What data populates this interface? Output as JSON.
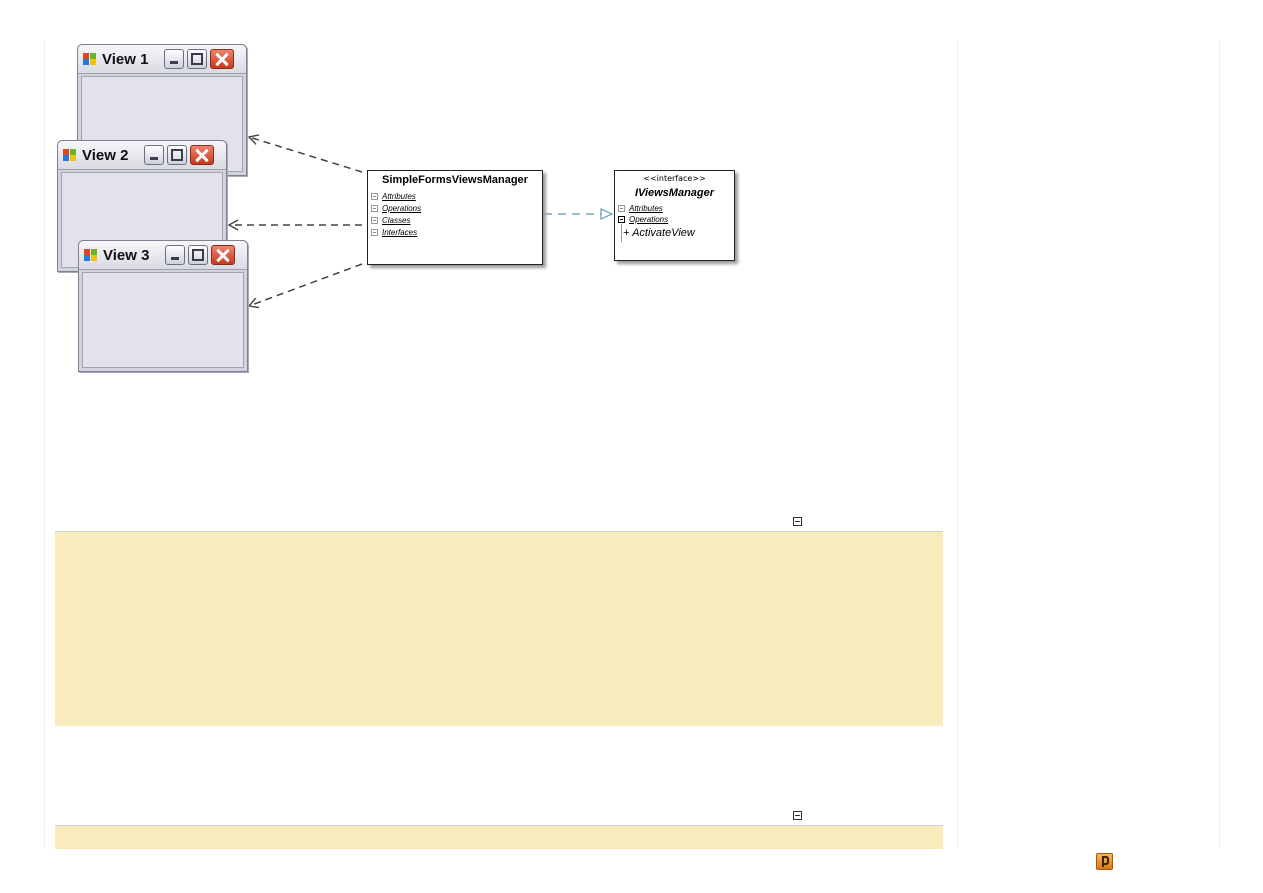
{
  "diagram": {
    "views": [
      {
        "title": "View 1"
      },
      {
        "title": "View 2"
      },
      {
        "title": "View 3"
      }
    ],
    "manager_class": {
      "name": "SimpleFormsViewsManager",
      "sections": [
        "Attributes",
        "Operations",
        "Classes",
        "Interfaces"
      ]
    },
    "interface_class": {
      "stereotype": "<<interface>>",
      "name": "IViewsManager",
      "sections": [
        "Attributes",
        "Operations"
      ],
      "operations": [
        "+ ActivateView"
      ]
    }
  },
  "colors": {
    "code_block_bg": "#faebbd",
    "dependency_arrow": "#444444",
    "realization_arrow": "#5a9bb3"
  },
  "icons": {
    "collapse_toggles": [
      "minus-box-icon",
      "minus-box-icon"
    ],
    "window_app_icon": "windows-flag-icon",
    "corner_badge": "p-badge-icon"
  }
}
